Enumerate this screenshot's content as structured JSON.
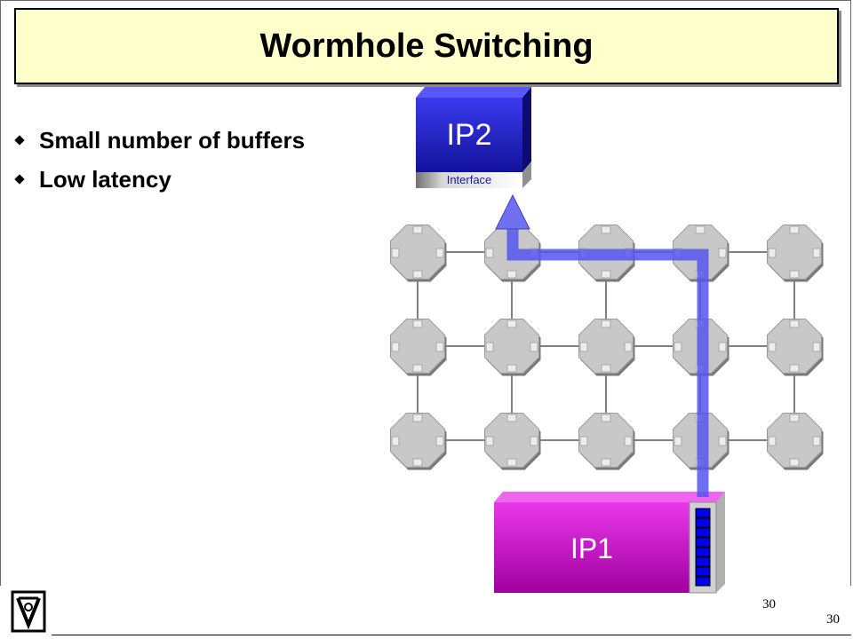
{
  "slide": {
    "title": "Wormhole Switching",
    "bullets": [
      "Small number of buffers",
      "Low latency"
    ],
    "page_number": "30",
    "page_number_footer": "30"
  },
  "diagram": {
    "grid": {
      "rows": 3,
      "cols": 5
    },
    "nodes": {
      "ip2": {
        "label": "IP2",
        "interface_label": "Interface",
        "color": "#1a1ad0"
      },
      "ip1": {
        "label": "IP1",
        "color": "#cc00cc"
      }
    },
    "path_color": "#5555ee",
    "router_color": "#c8c8c8"
  },
  "footer": {
    "logo": "technion-logo-icon"
  }
}
